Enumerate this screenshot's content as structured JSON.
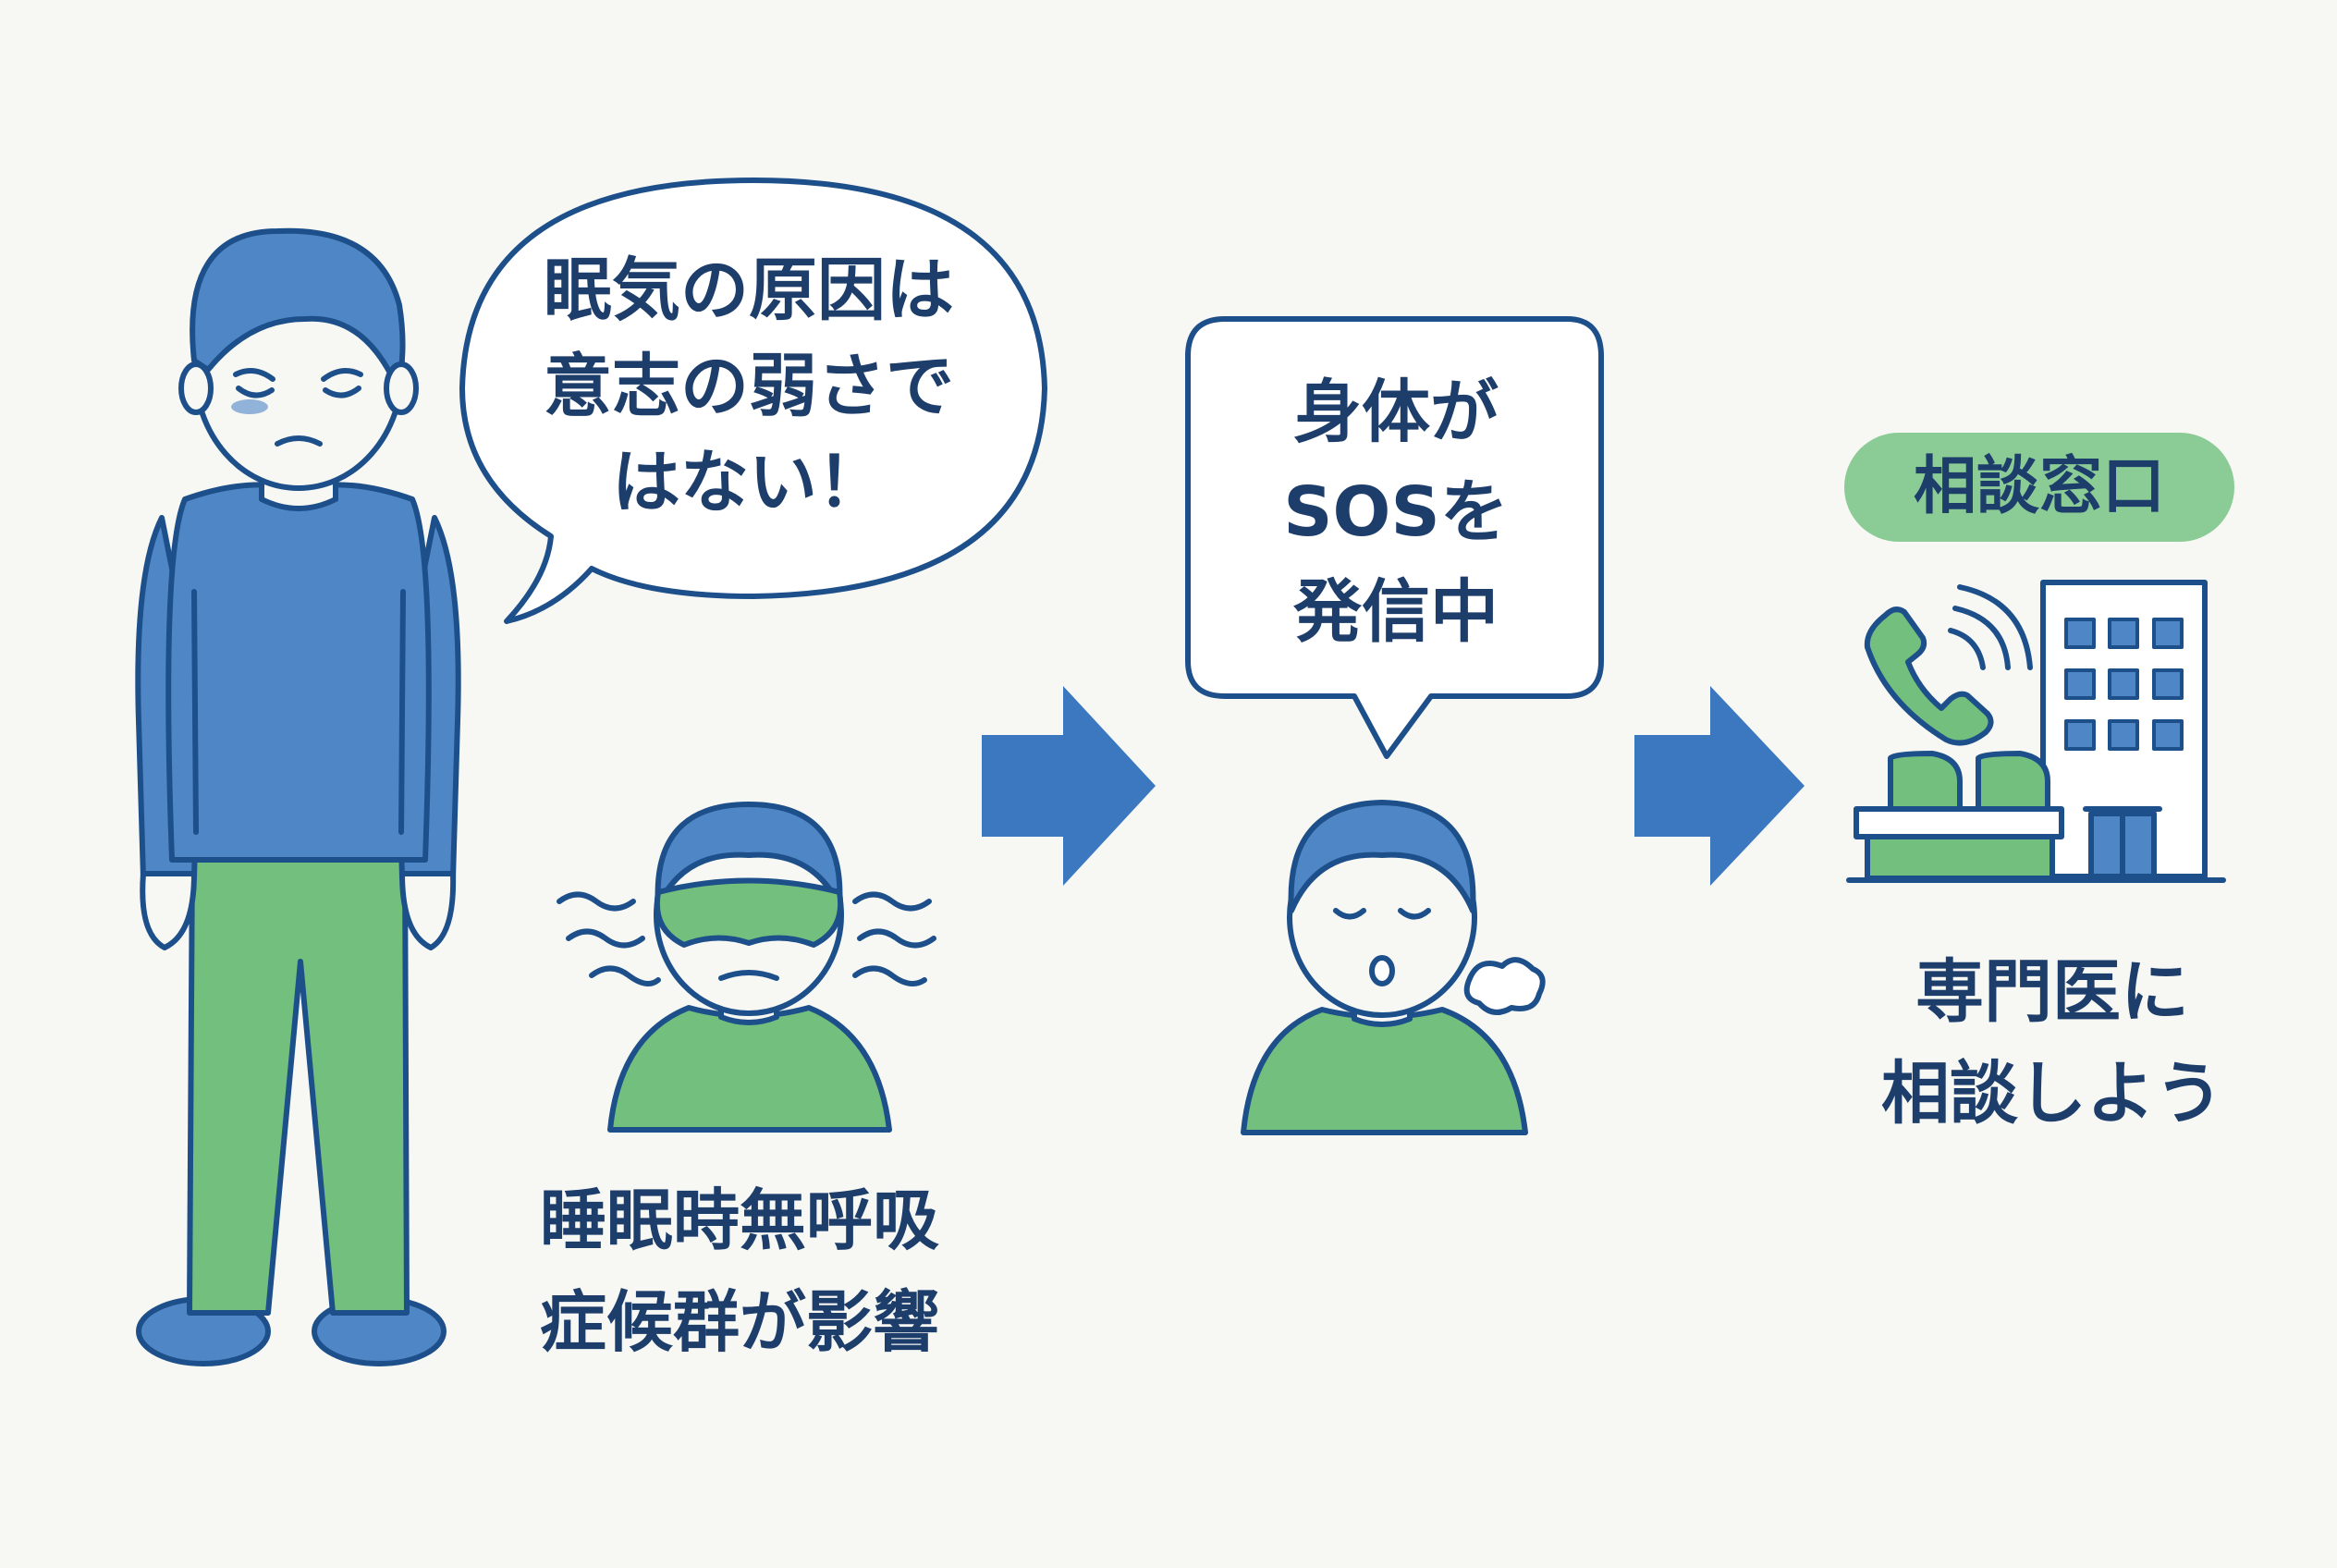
{
  "speech_bubble_1": {
    "lines": [
      "眠気の原因は",
      "意志の弱さで",
      "はない！"
    ]
  },
  "caption_1": {
    "lines": [
      "睡眠時無呼吸",
      "症候群が影響"
    ]
  },
  "speech_bubble_2": {
    "lines": [
      "身体が",
      "SOSを",
      "発信中"
    ]
  },
  "consult_badge": {
    "label": "相談窓口"
  },
  "caption_3": {
    "lines": [
      "専門医に",
      "相談しよう"
    ]
  },
  "colors": {
    "outline": "#1d4f8a",
    "blue_fill": "#4f86c6",
    "green_fill": "#72bf7e",
    "arrow": "#3b78c0",
    "text": "#1d3d6b",
    "background": "#f7f8f4"
  }
}
